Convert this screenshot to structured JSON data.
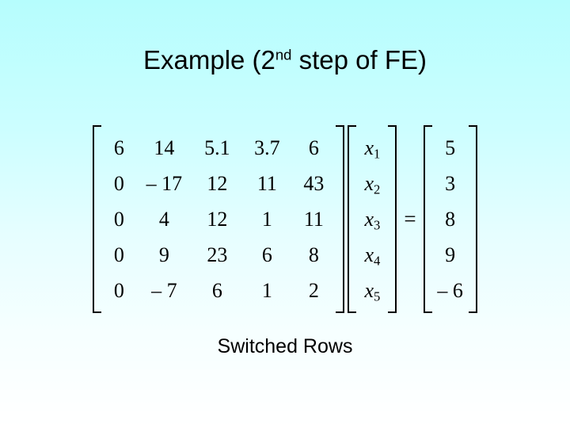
{
  "slide": {
    "title_prefix": "Example (2",
    "title_sup": "nd",
    "title_suffix": " step of FE)",
    "caption": "Switched Rows",
    "equals_sign": "=",
    "background_top_color": "#b6fdfd",
    "background_bottom_color": "#ffffff",
    "text_color": "#000000"
  },
  "equation": {
    "matrix_a": {
      "rows": [
        [
          "6",
          "14",
          "5.1",
          "3.7",
          "6"
        ],
        [
          "0",
          "– 17",
          "12",
          "11",
          "43"
        ],
        [
          "0",
          "4",
          "12",
          "1",
          "11"
        ],
        [
          "0",
          "9",
          "23",
          "6",
          "8"
        ],
        [
          "0",
          "– 7",
          "6",
          "1",
          "2"
        ]
      ]
    },
    "vector_x": {
      "entries": [
        {
          "base": "x",
          "sub": "1"
        },
        {
          "base": "x",
          "sub": "2"
        },
        {
          "base": "x",
          "sub": "3"
        },
        {
          "base": "x",
          "sub": "4"
        },
        {
          "base": "x",
          "sub": "5"
        }
      ]
    },
    "vector_b": {
      "entries": [
        "5",
        "3",
        "8",
        "9",
        "– 6"
      ]
    }
  }
}
